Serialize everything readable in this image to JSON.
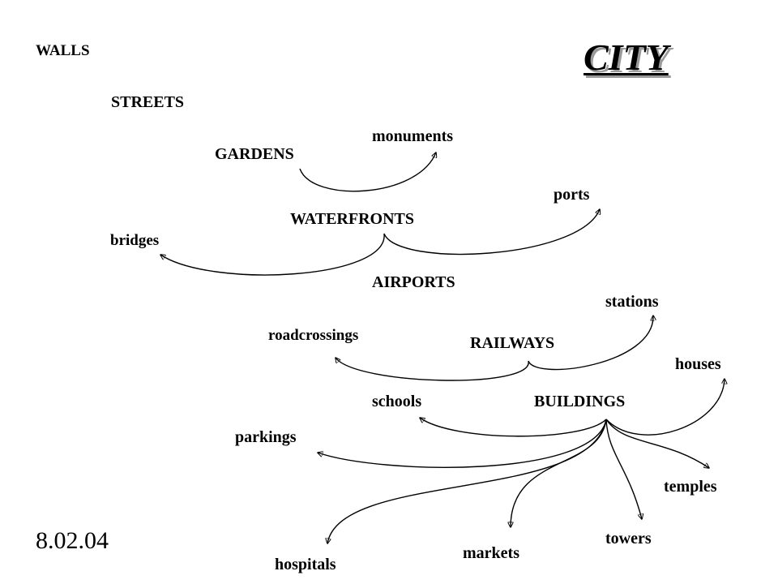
{
  "title": "CITY",
  "date": "8.02.04",
  "nodes": {
    "walls": "WALLS",
    "streets": "STREETS",
    "gardens": "GARDENS",
    "monuments": "monuments",
    "waterfronts": "WATERFRONTS",
    "ports": "ports",
    "bridges": "bridges",
    "airports": "AIRPORTS",
    "stations": "stations",
    "roadcrossings": "roadcrossings",
    "railways": "RAILWAYS",
    "houses": "houses",
    "schools": "schools",
    "buildings": "BUILDINGS",
    "parkings": "parkings",
    "temples": "temples",
    "hospitals": "hospitals",
    "markets": "markets",
    "towers": "towers"
  },
  "edges": [
    {
      "from": "GARDENS",
      "to": "monuments"
    },
    {
      "from": "WATERFRONTS",
      "to": "ports"
    },
    {
      "from": "WATERFRONTS",
      "to": "bridges"
    },
    {
      "from": "RAILWAYS",
      "to": "stations"
    },
    {
      "from": "RAILWAYS",
      "to": "roadcrossings"
    },
    {
      "from": "BUILDINGS",
      "to": "houses"
    },
    {
      "from": "BUILDINGS",
      "to": "schools"
    },
    {
      "from": "BUILDINGS",
      "to": "parkings"
    },
    {
      "from": "BUILDINGS",
      "to": "temples"
    },
    {
      "from": "BUILDINGS",
      "to": "hospitals"
    },
    {
      "from": "BUILDINGS",
      "to": "markets"
    },
    {
      "from": "BUILDINGS",
      "to": "towers"
    }
  ]
}
